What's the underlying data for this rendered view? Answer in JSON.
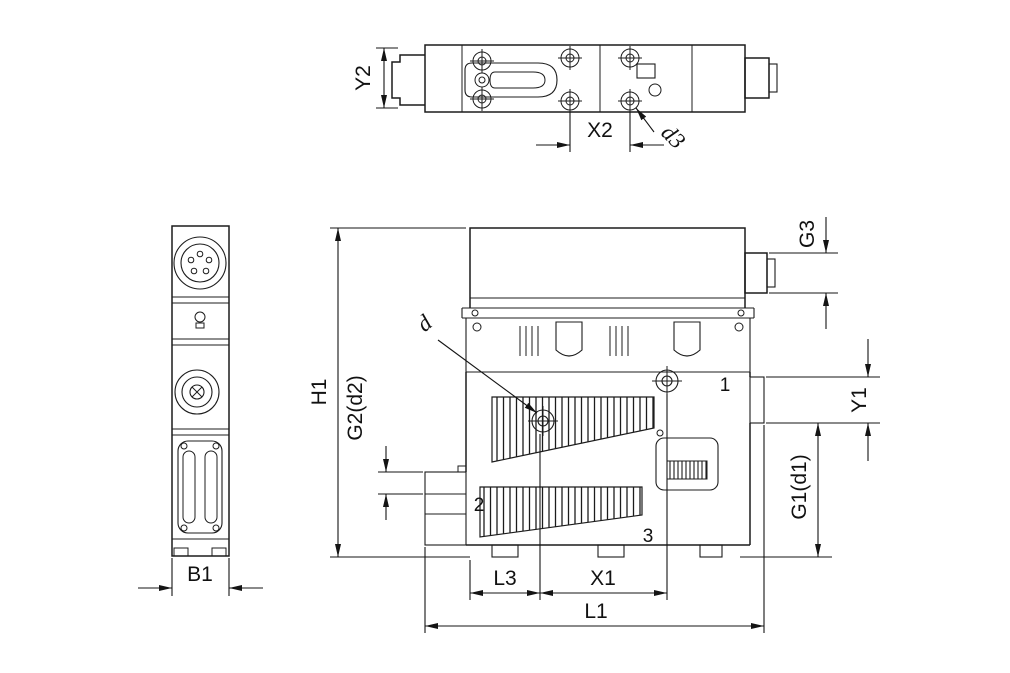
{
  "canvas": {
    "background": "#ffffff",
    "line_color": "#1c1c1c",
    "text_color": "#111111"
  },
  "drawing": {
    "labels": {
      "y2": "Y2",
      "x2": "X2",
      "d3": "d3",
      "h1": "H1",
      "g2d2": "G2(d2)",
      "d": "d",
      "g3": "G3",
      "y1": "Y1",
      "g1d1": "G1(d1)",
      "b1": "B1",
      "l3": "L3",
      "x1": "X1",
      "l1": "L1"
    },
    "port_numbers": {
      "p1": "1",
      "p2": "2",
      "p3": "3"
    }
  }
}
